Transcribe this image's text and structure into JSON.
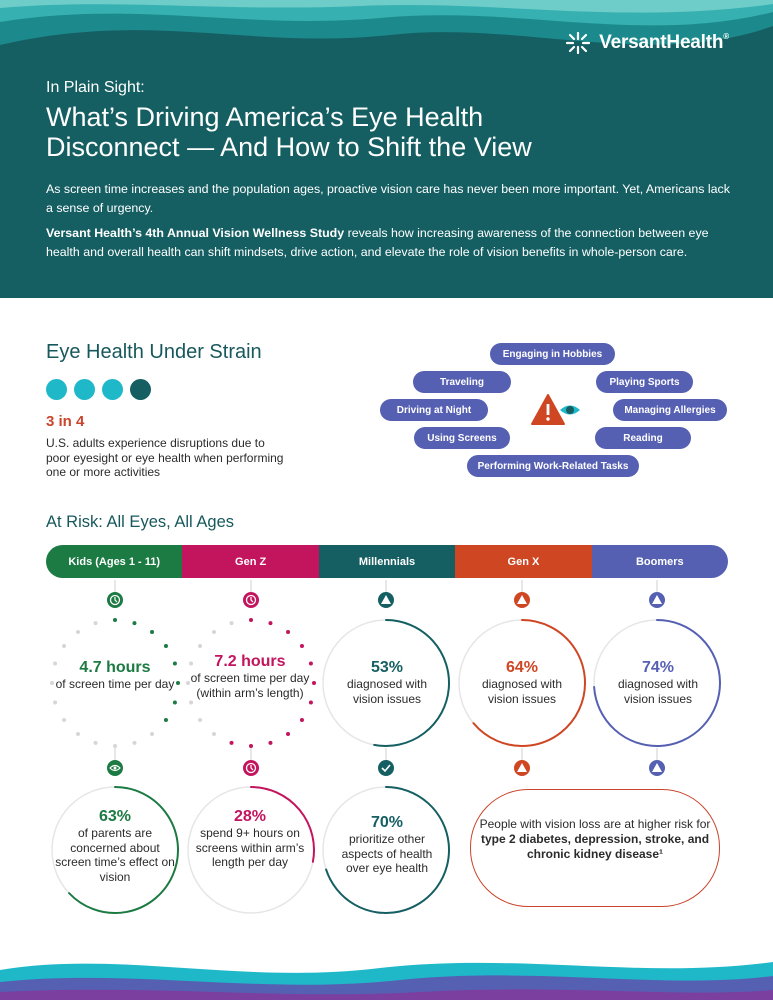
{
  "header": {
    "logo_text": "VersantHealth",
    "logo_reg": "®",
    "eyebrow": "In Plain Sight:",
    "title": "What’s Driving America’s Eye Health Disconnect — And How to Shift the View",
    "intro": "As screen time increases and the population ages, proactive vision care has never been more important. Yet, Americans lack a sense of urgency.",
    "study_name": "Versant Health’s 4th Annual Vision Wellness Study",
    "study_text": " reveals how increasing awareness of the connection between eye health and overall health can shift mindsets, drive action, and elevate the role of vision benefits in whole-person care."
  },
  "strain": {
    "title": "Eye Health Under Strain",
    "stat": "3 in 4",
    "description": "U.S. adults experience disruptions due to poor eyesight or eye health when performing one or more activities",
    "activities": [
      "Engaging in Hobbies",
      "Traveling",
      "Playing Sports",
      "Driving at Night",
      "Managing Allergies",
      "Using Screens",
      "Reading",
      "Performing Work-Related Tasks"
    ]
  },
  "risk": {
    "title": "At Risk: All Eyes, All Ages",
    "generations": [
      {
        "label": "Kids (Ages 1 - 11)",
        "color": "#1c7a43"
      },
      {
        "label": "Gen Z",
        "color": "#c3145e"
      },
      {
        "label": "Millennials",
        "color": "#155f63"
      },
      {
        "label": "Gen X",
        "color": "#cf4623"
      },
      {
        "label": "Boomers",
        "color": "#5660b3"
      }
    ],
    "top_stats": [
      {
        "value": "4.7 hours",
        "text": "of screen time per day",
        "level": 0.4
      },
      {
        "value": "7.2 hours",
        "text": "of screen time per day (within arm’s length)",
        "level": 0.6
      },
      {
        "value": "53%",
        "text": "diagnosed with vision issues",
        "level": 0.53
      },
      {
        "value": "64%",
        "text": "diagnosed with vision issues",
        "level": 0.64
      },
      {
        "value": "74%",
        "text": "diagnosed with vision issues",
        "level": 0.74
      }
    ],
    "bottom_stats": [
      {
        "value": "63%",
        "text": "of parents are concerned about screen time’s effect on vision",
        "level": 0.63
      },
      {
        "value": "28%",
        "text": "spend 9+ hours on screens within arm’s length per day",
        "level": 0.28
      },
      {
        "value": "70%",
        "text": "prioritize other aspects of health over eye health",
        "level": 0.7
      }
    ],
    "note_line1": "People with vision loss are at higher risk for",
    "note_bold": "type 2 diabetes, depression, stroke, and chronic kidney disease¹"
  }
}
